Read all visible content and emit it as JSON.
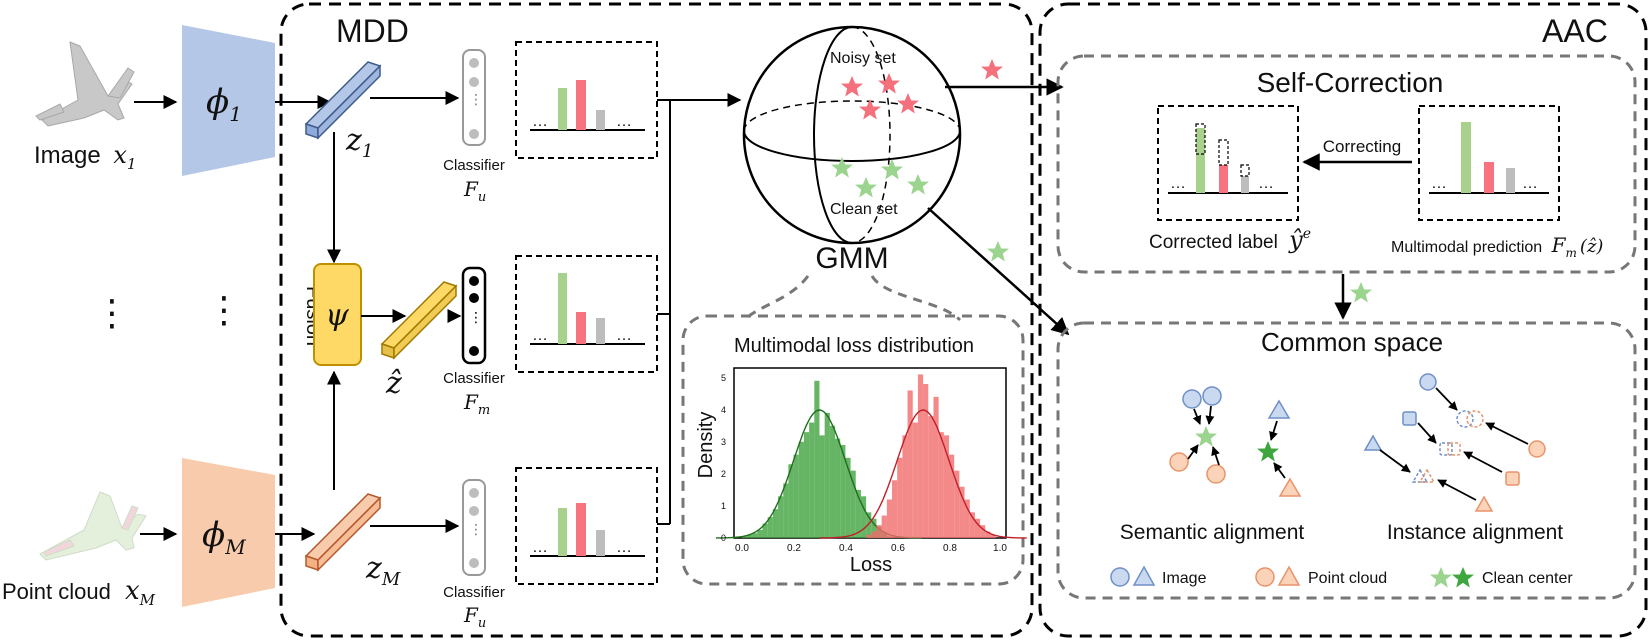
{
  "mdd": {
    "title": "MDD"
  },
  "aac": {
    "title": "AAC"
  },
  "inputs": {
    "image": {
      "label_word": "Image",
      "var": "x",
      "sub": "1"
    },
    "point_cloud": {
      "label_word": "Point cloud",
      "var": "x",
      "sub": "M"
    }
  },
  "encoders": [
    {
      "symbol": "ϕ",
      "sub": "1",
      "color": "#b4c7e7"
    },
    {
      "symbol": "ϕ",
      "sub": "M",
      "color": "#f8cbad"
    }
  ],
  "features": {
    "z1": {
      "var": "z",
      "sub": "1"
    },
    "zm": {
      "var": "z",
      "sub": "M"
    },
    "zhat": {
      "var": "ẑ"
    }
  },
  "fusion": {
    "label": "Fusion",
    "symbol": "ψ",
    "color": "#ffd966"
  },
  "ellipsis": "⋮",
  "classifiers": [
    {
      "label": "Classifier",
      "var": "F",
      "sub": "u"
    },
    {
      "label": "Classifier",
      "var": "F",
      "sub": "m"
    },
    {
      "label": "Classifier",
      "var": "F",
      "sub": "u"
    }
  ],
  "pred_dots": "…",
  "gmm": {
    "label": "GMM",
    "noisy": "Noisy set",
    "clean": "Clean set"
  },
  "loss_chart": {
    "title": "Multimodal loss distribution",
    "xlabel": "Loss",
    "ylabel": "Density",
    "xticks": [
      "0.0",
      "0.2",
      "0.4",
      "0.6",
      "0.8",
      "1.0"
    ],
    "yticks": [
      "0",
      "1",
      "2",
      "3",
      "4",
      "5"
    ]
  },
  "self_correction": {
    "title": "Self-Correction",
    "correcting": "Correcting",
    "corrected_label": "Corrected label",
    "corrected_symbol": "ŷ",
    "corrected_sup": "e",
    "multimodal_prediction": "Multimodal prediction",
    "prediction_var": "F",
    "prediction_sub": "m",
    "prediction_arg": "(ẑ)"
  },
  "common_space": {
    "title": "Common space",
    "semantic": "Semantic alignment",
    "instance": "Instance alignment"
  },
  "legend": {
    "image": "Image",
    "point_cloud": "Point cloud",
    "clean_center": "Clean center"
  },
  "colors": {
    "green": "#8fca7d",
    "red": "#f8737f",
    "gray": "#bdbdbd",
    "star_red": "#f4707c",
    "star_green": "#9bd48e",
    "dark_green": "#3fa63f",
    "blue_shape": "#c9d9f0",
    "blue_stroke": "#6f8fc6",
    "orange_shape": "#fbd3b8",
    "orange_stroke": "#e8946a"
  },
  "chart_data": {
    "type": "histogram",
    "title": "Multimodal loss distribution",
    "xlabel": "Loss",
    "ylabel": "Density",
    "xlim": [
      0.0,
      1.0
    ],
    "ylim": [
      0,
      5.3
    ],
    "series": [
      {
        "name": "",
        "color": "#3fa33f",
        "bins_center": [
          0.01,
          0.03,
          0.05,
          0.07,
          0.09,
          0.11,
          0.13,
          0.15,
          0.17,
          0.19,
          0.21,
          0.23,
          0.25,
          0.27,
          0.29,
          0.31,
          0.33,
          0.35,
          0.37,
          0.39,
          0.41,
          0.43,
          0.45,
          0.47,
          0.49,
          0.51,
          0.53,
          0.55,
          0.57
        ],
        "density": [
          0.05,
          0.1,
          0.15,
          0.25,
          0.45,
          0.65,
          0.9,
          1.3,
          1.7,
          2.3,
          2.6,
          3.0,
          3.3,
          3.6,
          4.9,
          3.2,
          3.9,
          3.5,
          3.1,
          2.9,
          2.5,
          2.1,
          1.5,
          1.3,
          0.8,
          0.6,
          0.35,
          0.2,
          0.05
        ],
        "fit_mean": 0.3,
        "fit_sd": 0.1
      },
      {
        "name": "",
        "color": "#f06b6b",
        "bins_center": [
          0.49,
          0.51,
          0.53,
          0.55,
          0.57,
          0.59,
          0.61,
          0.63,
          0.65,
          0.67,
          0.69,
          0.71,
          0.73,
          0.75,
          0.77,
          0.79,
          0.81,
          0.83,
          0.85,
          0.87,
          0.89,
          0.91,
          0.93,
          0.95,
          0.97
        ],
        "density": [
          0.1,
          0.2,
          0.4,
          0.7,
          1.2,
          1.8,
          2.5,
          3.2,
          4.6,
          3.6,
          5.1,
          4.8,
          3.8,
          4.4,
          3.3,
          3.2,
          2.6,
          2.1,
          1.6,
          1.2,
          0.8,
          0.6,
          0.4,
          0.2,
          0.1
        ],
        "fit_mean": 0.7,
        "fit_sd": 0.1
      }
    ]
  }
}
